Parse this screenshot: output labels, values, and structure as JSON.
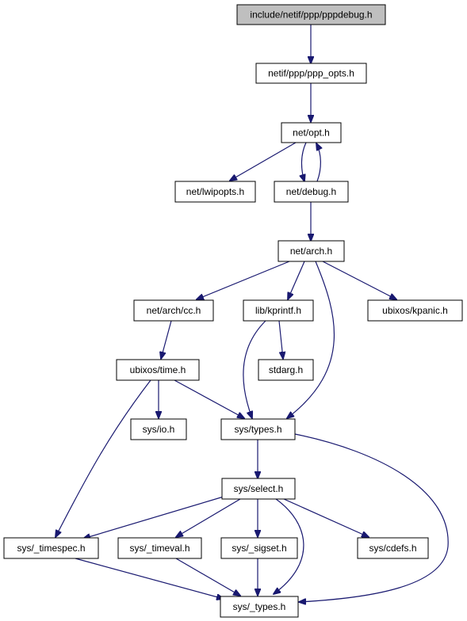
{
  "colors": {
    "edge": "#191970",
    "root_fill": "#bfbfbf",
    "node_fill": "#ffffff",
    "node_border": "#000000"
  },
  "nodes": {
    "pppdebug": {
      "label": "include/netif/ppp/pppdebug.h"
    },
    "ppp_opts": {
      "label": "netif/ppp/ppp_opts.h"
    },
    "opt": {
      "label": "net/opt.h"
    },
    "lwipopts": {
      "label": "net/lwipopts.h"
    },
    "debug": {
      "label": "net/debug.h"
    },
    "arch": {
      "label": "net/arch.h"
    },
    "cc": {
      "label": "net/arch/cc.h"
    },
    "kprintf": {
      "label": "lib/kprintf.h"
    },
    "kpanic": {
      "label": "ubixos/kpanic.h"
    },
    "time": {
      "label": "ubixos/time.h"
    },
    "stdarg": {
      "label": "stdarg.h"
    },
    "io": {
      "label": "sys/io.h"
    },
    "types": {
      "label": "sys/types.h"
    },
    "select": {
      "label": "sys/select.h"
    },
    "timespec": {
      "label": "sys/_timespec.h"
    },
    "timeval": {
      "label": "sys/_timeval.h"
    },
    "sigset": {
      "label": "sys/_sigset.h"
    },
    "cdefs": {
      "label": "sys/cdefs.h"
    },
    "sys_types": {
      "label": "sys/_types.h"
    }
  },
  "edges": [
    [
      "pppdebug",
      "ppp_opts"
    ],
    [
      "ppp_opts",
      "opt"
    ],
    [
      "opt",
      "lwipopts"
    ],
    [
      "opt",
      "debug"
    ],
    [
      "debug",
      "opt"
    ],
    [
      "debug",
      "arch"
    ],
    [
      "arch",
      "cc"
    ],
    [
      "arch",
      "kprintf"
    ],
    [
      "arch",
      "kpanic"
    ],
    [
      "arch",
      "types"
    ],
    [
      "cc",
      "time"
    ],
    [
      "kprintf",
      "stdarg"
    ],
    [
      "kprintf",
      "types"
    ],
    [
      "time",
      "io"
    ],
    [
      "time",
      "types"
    ],
    [
      "time",
      "timespec"
    ],
    [
      "types",
      "select"
    ],
    [
      "types",
      "sys_types"
    ],
    [
      "select",
      "timespec"
    ],
    [
      "select",
      "timeval"
    ],
    [
      "select",
      "sigset"
    ],
    [
      "select",
      "cdefs"
    ],
    [
      "select",
      "sys_types"
    ],
    [
      "timespec",
      "sys_types"
    ],
    [
      "timeval",
      "sys_types"
    ],
    [
      "sigset",
      "sys_types"
    ]
  ]
}
